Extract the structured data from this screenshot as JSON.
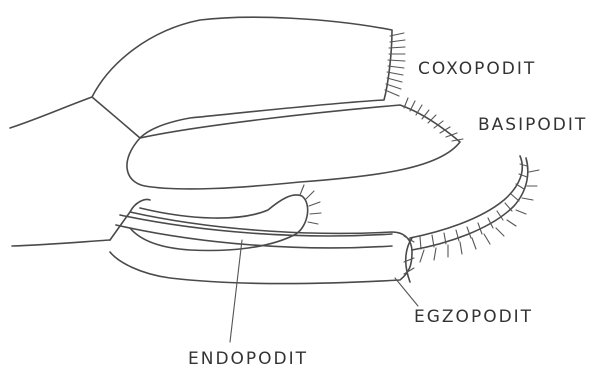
{
  "labels": {
    "coxopodit": "COXOPODIT",
    "basipodit": "BASIPODIT",
    "egzopodit": "EGZOPODIT",
    "endopodit": "ENDOPODIT"
  },
  "colors": {
    "paper": "#ffffff",
    "ink": "#4a4a4a"
  }
}
